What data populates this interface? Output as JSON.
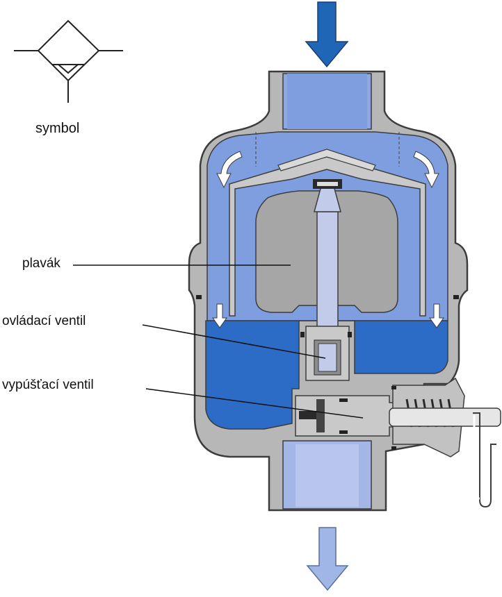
{
  "symbol": {
    "caption": "symbol",
    "icon": "filter-drain-symbol-icon"
  },
  "labels": {
    "float": "plavák",
    "control_valve": "ovládací ventil",
    "drain_valve": "vypúšťací ventil"
  },
  "colors": {
    "inlet_arrow": "#1f67b6",
    "outlet_arrow": "#9fb6e6",
    "water_dark": "#2c6bc6",
    "air_light": "#7f9ee0",
    "housing_grey": "#b7b7b7",
    "float_grey": "#a6a6a6",
    "outline": "#3c3c3c"
  }
}
